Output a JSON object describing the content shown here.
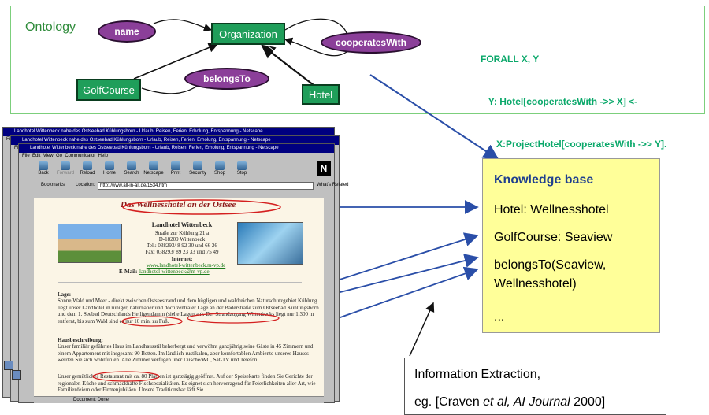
{
  "ontology": {
    "title": "Ontology",
    "nodes": {
      "organization": "Organization",
      "golfcourse": "GolfCourse",
      "hotel": "Hotel",
      "name": "name",
      "belongsto": "belongsTo",
      "cooperateswith": "cooperatesWith"
    },
    "rule_lines": [
      "FORALL X, Y",
      "   Y: Hotel[cooperatesWith ->> X] <-",
      "      X:ProjectHotel[cooperatesWith ->> Y]."
    ]
  },
  "browser": {
    "window_title": "Landhotel Wittenbeck nahe des Ostseebad Kühlungsborn - Urlaub, Reisen, Ferien, Erholung, Entspannung - Netscape",
    "menu": [
      "File",
      "Edit",
      "View",
      "Go",
      "Communicator",
      "Help"
    ],
    "toolbar": [
      "Back",
      "Forward",
      "Reload",
      "Home",
      "Search",
      "Netscape",
      "Print",
      "Security",
      "Shop",
      "Stop"
    ],
    "bookmarks_label": "Bookmarks",
    "location_label": "Location:",
    "location_url": "http://www.all-in-all.de/1534.htm",
    "whats_related": "What's Related",
    "status": "Document: Done",
    "page": {
      "heading": "Das Wellnesshotel an der Ostsee",
      "hotel_name": "Landhotel Wittenbeck",
      "address": [
        "Straße zur Kühlung 21 a",
        "D-18209 Wittenbeck",
        "Tel.: 038293/ 8 92 30 und 66 26",
        "Fax: 038293/ 89 23 33 und 75 49"
      ],
      "internet_label": "Internet:",
      "internet_url": "www.landhotel-wittenbeck.m-vp.de",
      "email_label": "E-Mail:",
      "email_value": "landhotel-wittenbeck@m-vp.de",
      "lage_title": "Lage:",
      "lage_text": "Sonne,Wald und Meer - direkt zwischen Ostseestrand und dem hügligen und waldreichen Naturschutzgebiet Kühlung liegt unser Landhotel in ruhiger, naturnaher und doch zentraler Lage an der Bäderstraße zum Ostseebad Kühlungsborn und dem 1. Seebad Deutschlands Heiligendamm (siehe Lageplan). Der Strandzugang Wittenbecks liegt nur 1.300 m entfernt, bis zum Wald sind es nur 10 min. zu Fuß.",
      "haus_title": "Hausbeschreibung:",
      "haus_text": "Unser familiär geführtes Haus im Landhausstil beherbergt und verwöhnt ganzjährig seine Gäste in 45 Zimmern und einem Appartement mit insgesamt 90 Betten. Im ländlich-rustikalen, aber komfortablen Ambiente unseres Hauses werden Sie sich wohlfühlen. Alle Zimmer verfügen über Dusche/WC, Sat-TV und Telefon.",
      "rest_text": "Unser gemütliches Restaurant mit ca. 80 Plätzen ist ganztägig geöffnet. Auf der Speisekarte finden Sie Gerichte der regionalen Küche und schmackhafte Fischspezialitäten. Es eignet sich hervorragend für Feierlichkeiten aller Art, wie Familienfeiern oder Firmenjubiläen. Unsere Traditionsbar lädt Sie"
    }
  },
  "knowledge_base": {
    "title": "Knowledge base",
    "lines": [
      "Hotel: Wellnesshotel",
      "GolfCourse: Seaview",
      "belongsTo(Seaview,",
      "Wellnesshotel)",
      "..."
    ]
  },
  "ie": {
    "line1": "Information Extraction,",
    "line2_pre": "eg. [Craven ",
    "line2_em": "et al, AI Journal",
    "line2_post": "  2000]"
  },
  "colors": {
    "arrow": "#2a4ea8",
    "node_rect": "#1f9e5a",
    "node_ellipse": "#8b3f99",
    "highlight": "#d41f1f",
    "kb_bg": "#ffff99",
    "kb_title": "#1f3f8f"
  }
}
